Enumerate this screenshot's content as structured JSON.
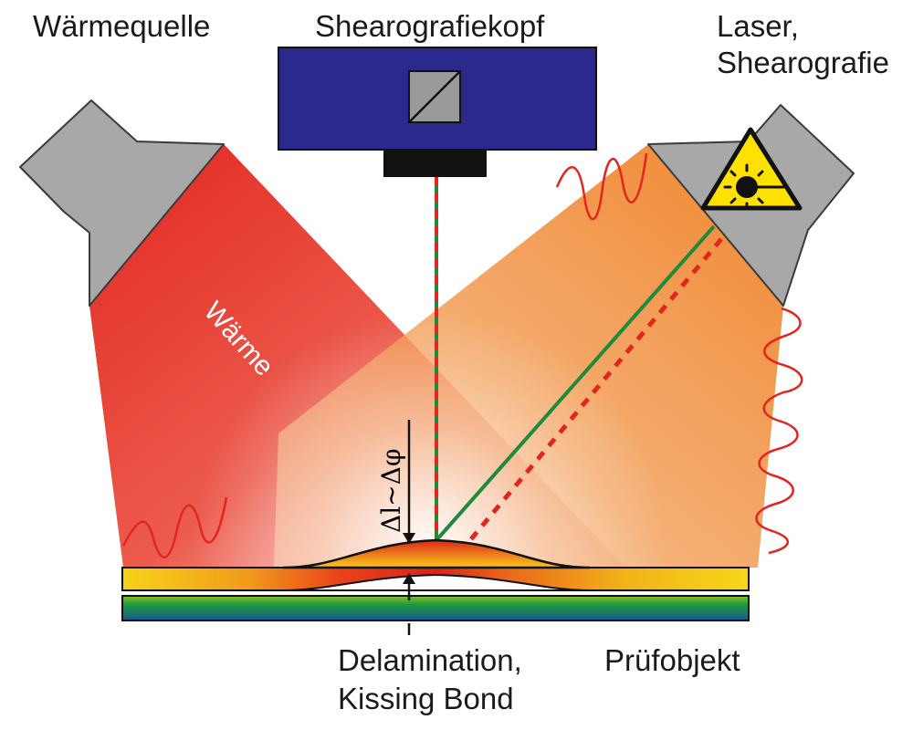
{
  "labels": {
    "heat_source": "Wärmequelle",
    "shearography_head": "Shearografiekopf",
    "laser_line1": "Laser,",
    "laser_line2": "Shearografie",
    "heat": "Wärme",
    "formula": "Δl~Δφ",
    "delamination_line1": "Delamination,",
    "delamination_line2": "Kissing Bond",
    "test_object": "Prüfobjekt"
  },
  "colors": {
    "head_body": "#2b2a8c",
    "housing_gray": "#a8a8a8",
    "heat_beam": "#e2261f",
    "laser_beam": "#f08a24",
    "path_green": "#1e8a3c",
    "path_red": "#e2261f",
    "warning_yellow": "#ffe100"
  },
  "icons": {
    "beam_splitter": "beam-splitter-icon",
    "laser_warning": "laser-warning-icon"
  }
}
